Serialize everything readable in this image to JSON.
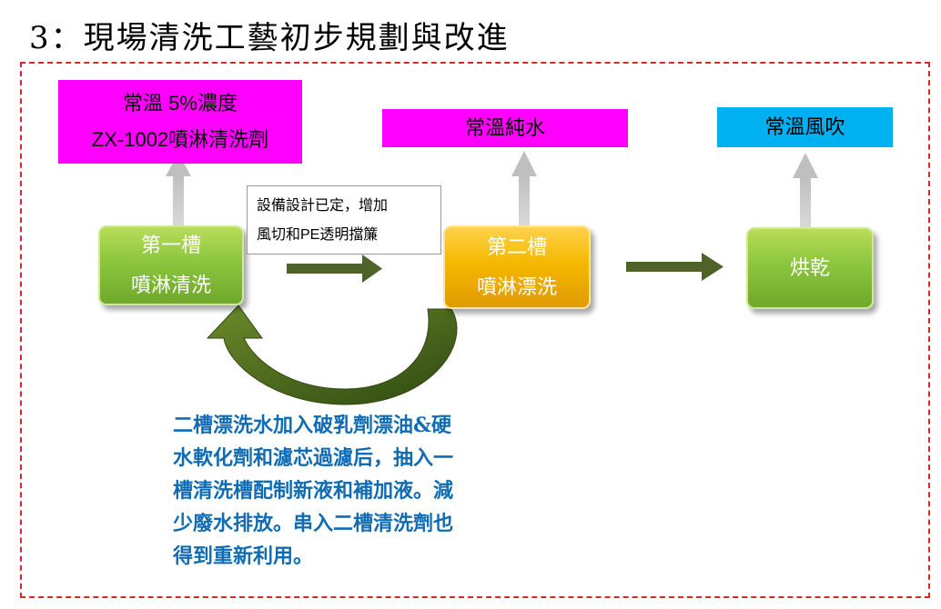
{
  "title": "3：現場清洗工藝初步規劃與改進",
  "boxes": {
    "chem": {
      "line1": "常溫 5%濃度",
      "line2": "ZX-1002噴淋清洗劑"
    },
    "water": {
      "line1": "常溫純水"
    },
    "air": {
      "line1": "常溫風吹"
    }
  },
  "tanks": {
    "tank1": {
      "line1": "第一槽",
      "line2": "噴淋清洗"
    },
    "tank2": {
      "line1": "第二槽",
      "line2": "噴淋漂洗"
    },
    "dry": {
      "line1": "烘乾"
    }
  },
  "note": {
    "line1": "設備設計已定，增加",
    "line2": "風切和PE透明擋簾"
  },
  "description": [
    "二槽漂洗水加入破乳劑漂油&硬",
    "水軟化劑和濾芯過濾后，抽入一",
    "槽清洗槽配制新液和補加液。減",
    "少廢水排放。串入二槽清洗劑也",
    "得到重新利用。"
  ],
  "colors": {
    "magenta": "#ff00ff",
    "cyan": "#00b0f0",
    "green": "#8cc63f",
    "orange": "#f5b800",
    "arrow_dark": "#4f6228",
    "desc_blue": "#0f6cb4"
  }
}
